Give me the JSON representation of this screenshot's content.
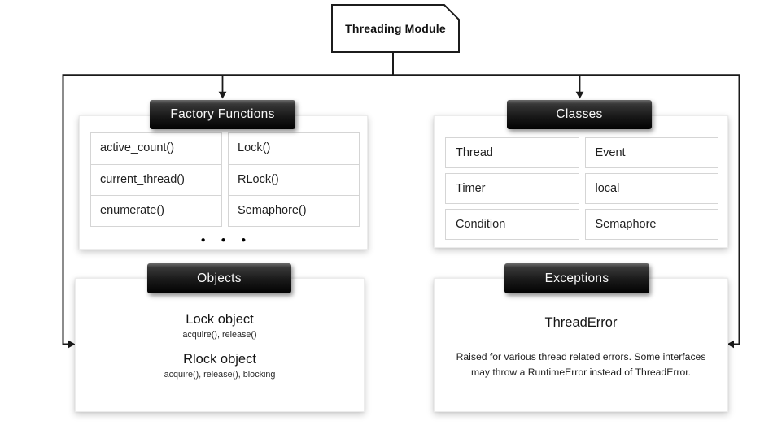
{
  "root_node": {
    "label": "Threading Module"
  },
  "sections": {
    "factory": {
      "title": "Factory Functions",
      "left_column": [
        "active_count()",
        "current_thread()",
        "enumerate()"
      ],
      "right_column": [
        "Lock()",
        "RLock()",
        "Semaphore()"
      ],
      "more_dots": "● ● ●"
    },
    "classes": {
      "title": "Classes",
      "cells": [
        "Thread",
        "Event",
        "Timer",
        "local",
        "Condition",
        "Semaphore"
      ]
    },
    "objects": {
      "title": "Objects",
      "items": [
        {
          "name": "Lock object",
          "methods": "acquire(), release()"
        },
        {
          "name": "Rlock object",
          "methods": "acquire(), release(), blocking"
        }
      ]
    },
    "exceptions": {
      "title": "Exceptions",
      "error_name": "ThreadError",
      "description": "Raised for various thread related errors. Some interfaces may throw a RuntimeError instead of ThreadError.",
      "description_lines": [
        "Raised for various thread related errors. Some interfaces",
        "may throw a RuntimeError instead of ThreadError."
      ]
    }
  },
  "colors": {
    "header_gradient_top": "#6a6a6a",
    "header_gradient_bottom": "#020202",
    "header_text": "#f7f7f7",
    "connector": "#1a1a1a",
    "panel_background": "#ffffff",
    "panel_border": "#ececec",
    "cell_border": "#d5d5d5",
    "text": "#1f1f1f"
  }
}
